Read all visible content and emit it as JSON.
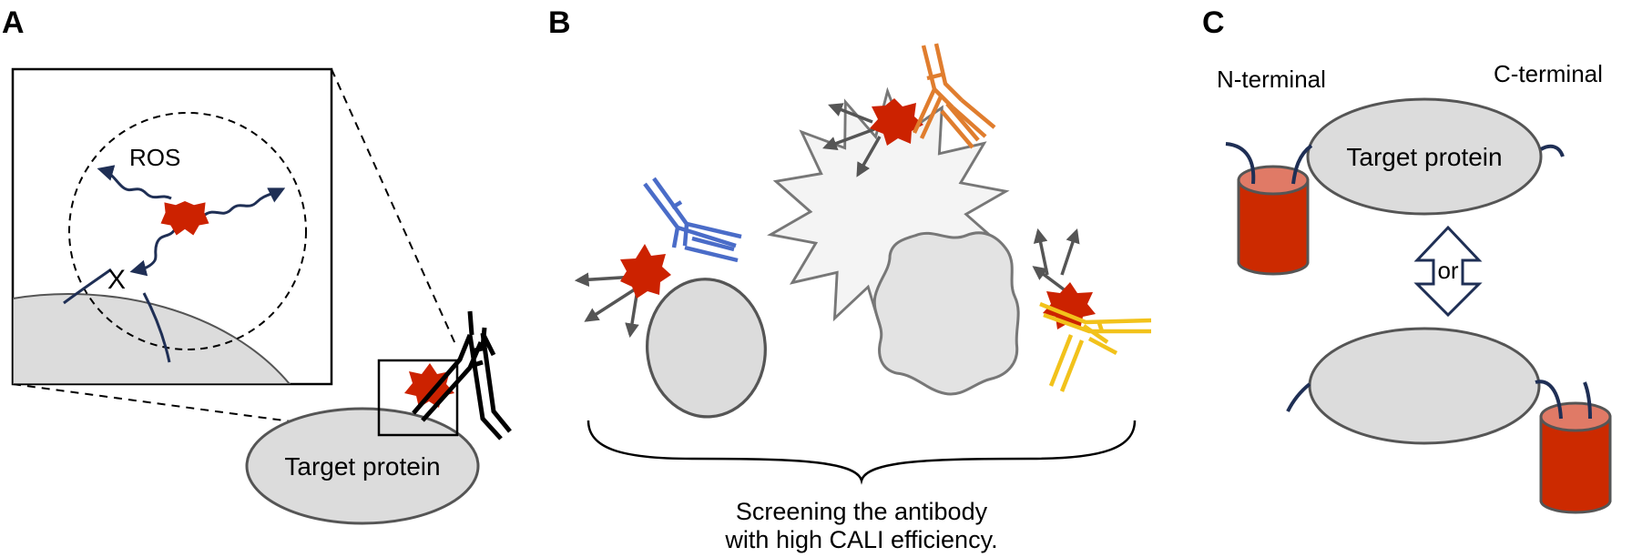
{
  "panels": {
    "a": {
      "letter": "A",
      "ros_label": "ROS",
      "x_mark": "X",
      "protein_label": "Target protein"
    },
    "b": {
      "letter": "B",
      "caption_line1": "Screening the antibody",
      "caption_line2": "with high CALI efficiency."
    },
    "c": {
      "letter": "C",
      "n_terminal_label": "N-terminal",
      "c_terminal_label": "C-terminal",
      "protein_label": "Target protein",
      "or_label": "or"
    }
  },
  "colors": {
    "photosensitizer": "#cc2200",
    "protein_fill": "#dcdcdc",
    "wave": "#1f2f55",
    "antibody_blue": "#4a6cc8",
    "antibody_orange": "#e07d2e",
    "antibody_yellow": "#f2c21b",
    "tag_body": "#cc2a00",
    "tag_top": "#e07a66"
  }
}
